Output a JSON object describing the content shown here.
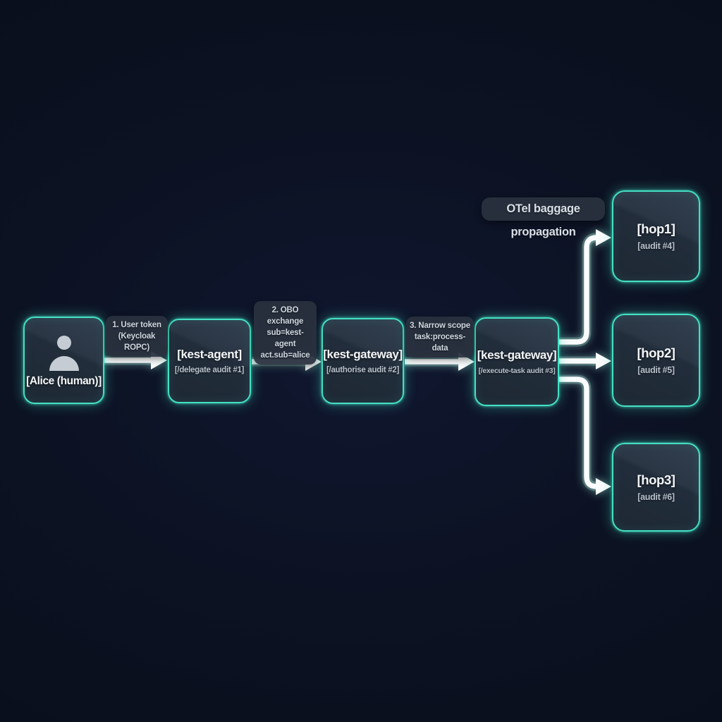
{
  "diagram": {
    "annotation": "OTel baggage propagation",
    "nodes": [
      {
        "id": "alice",
        "title": "[Alice (human)]",
        "subtitle": ""
      },
      {
        "id": "kest-agent",
        "title": "[kest-agent]",
        "subtitle": "[/delegate audit #1]"
      },
      {
        "id": "kest-gateway-1",
        "title": "[kest-gateway]",
        "subtitle": "[/authorise audit #2]"
      },
      {
        "id": "kest-gateway-2",
        "title": "[kest-gateway]",
        "subtitle": "[/execute-task audit #3]"
      },
      {
        "id": "hop1",
        "title": "[hop1]",
        "subtitle": "[audit #4]"
      },
      {
        "id": "hop2",
        "title": "[hop2]",
        "subtitle": "[audit #5]"
      },
      {
        "id": "hop3",
        "title": "[hop3]",
        "subtitle": "[audit #6]"
      }
    ],
    "edge_labels": [
      {
        "lines": [
          "1. User token",
          "(Keycloak ROPC)"
        ]
      },
      {
        "lines": [
          "2. OBO exchange",
          "sub=kest-agent",
          "act.sub=alice"
        ]
      },
      {
        "lines": [
          "3. Narrow scope",
          "task:process-data"
        ]
      }
    ],
    "colors": {
      "background": "#0c1222",
      "node_border": "#44e0c4",
      "node_fill": "#232d3b",
      "arrow": "#fafbfc",
      "label_bg": "#29313f",
      "title_text": "#f4f7f9",
      "subtitle_text": "#b7c1cb"
    }
  }
}
